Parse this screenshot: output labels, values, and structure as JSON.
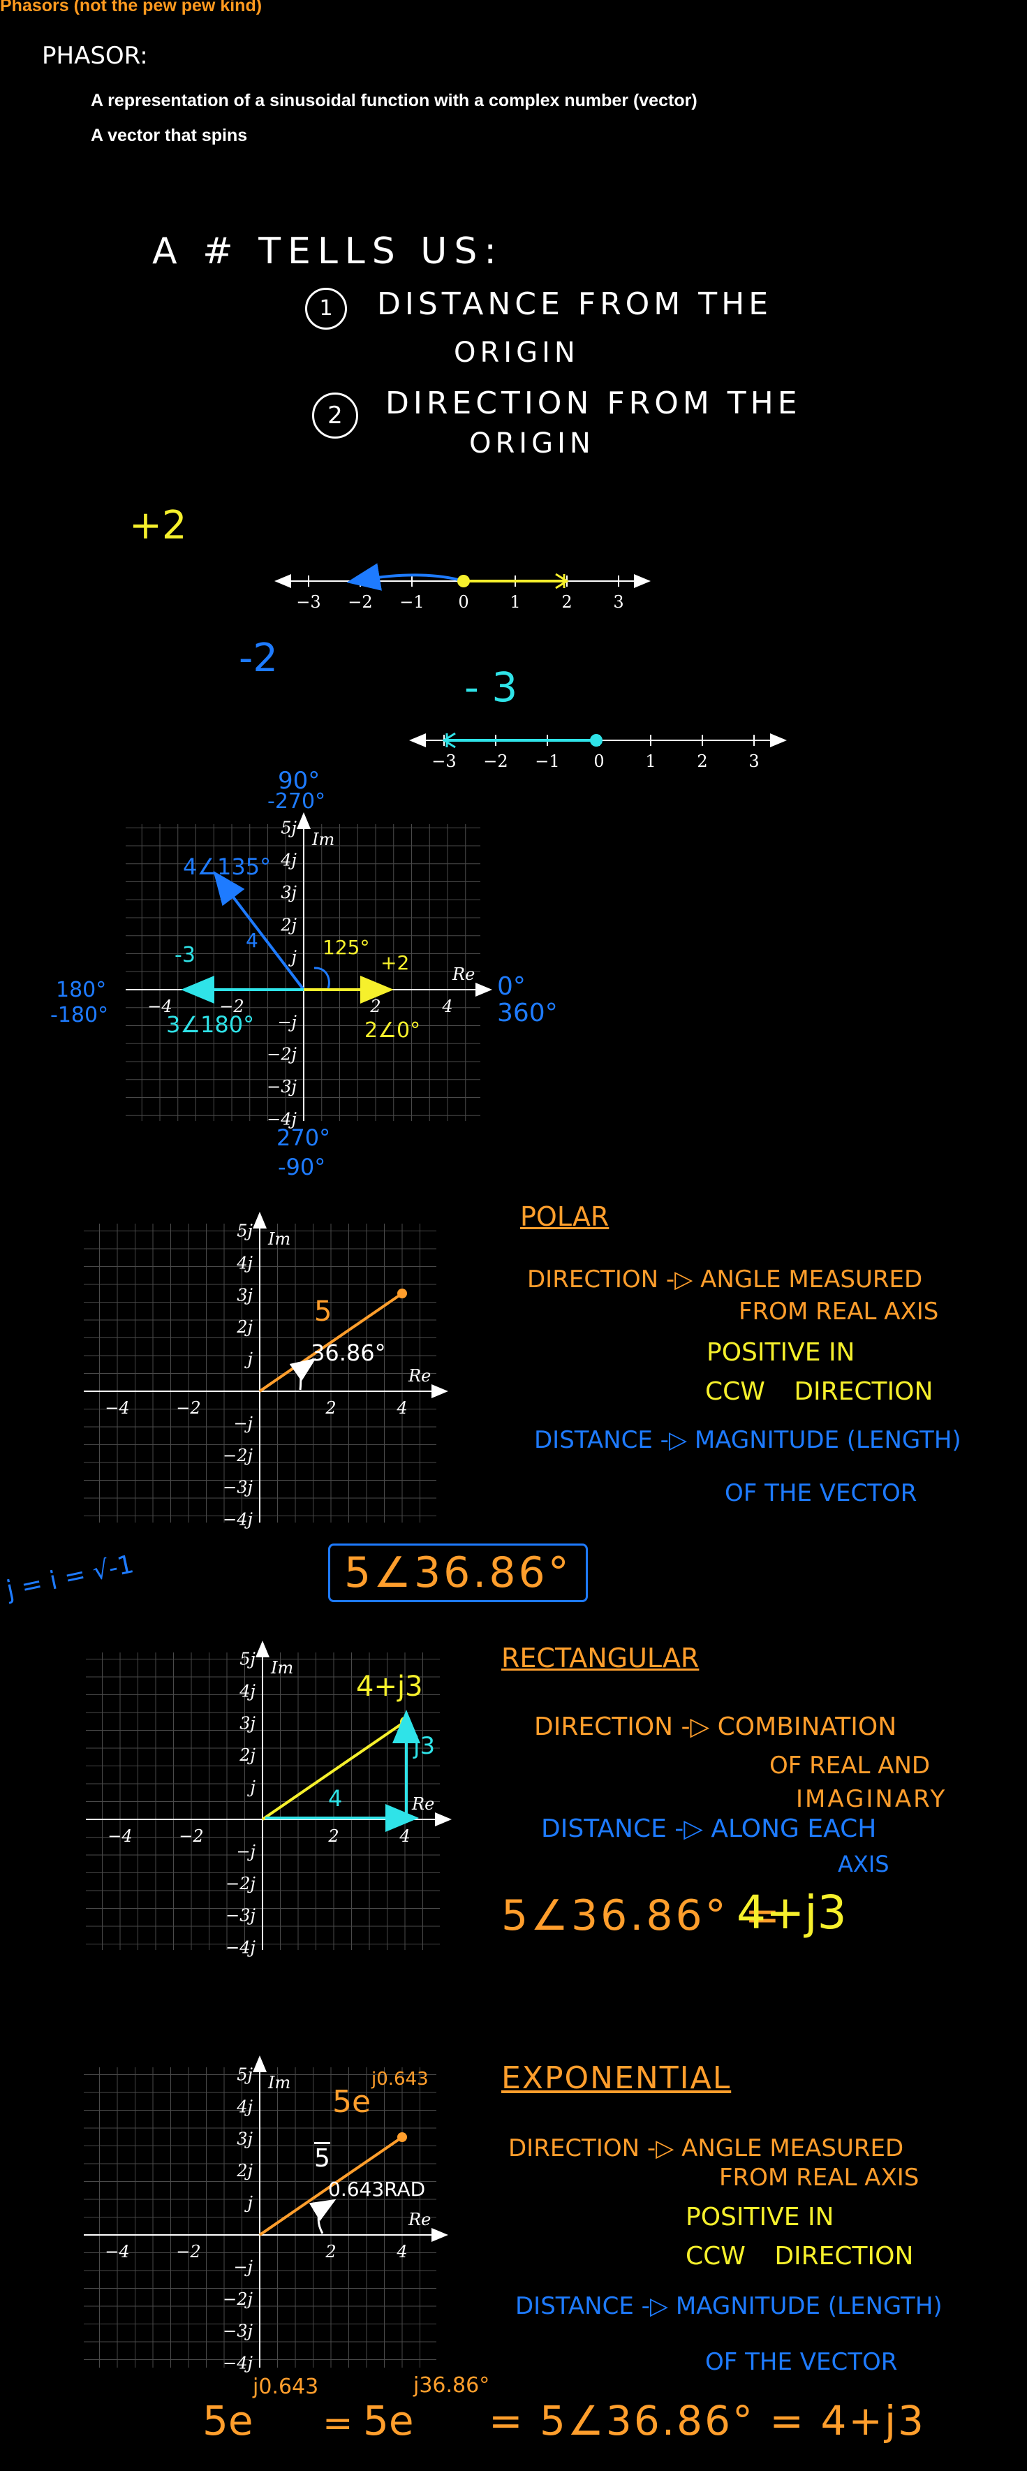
{
  "title": "Phasors (not the pew pew kind)",
  "phasor_heading": "PHASOR:",
  "definition_1": "A representation of a sinusoidal function with a complex number (vector)",
  "definition_2": "A vector that spins",
  "tells_us": {
    "heading": "A # TELLS US:",
    "item1_num": "1",
    "item1_line1": "DISTANCE FROM THE",
    "item1_line2": "ORIGIN",
    "item2_num": "2",
    "item2_line1": "DIRECTION FROM THE",
    "item2_line2": "ORIGIN"
  },
  "numberline1": {
    "label": "+2",
    "minus_label": "-2",
    "ticks": [
      "−3",
      "−2",
      "−1",
      "0",
      "1",
      "2",
      "3"
    ]
  },
  "numberline2": {
    "label": "- 3",
    "ticks": [
      "−3",
      "−2",
      "−1",
      "0",
      "1",
      "2",
      "3"
    ]
  },
  "plane1": {
    "im_label": "Im",
    "re_label": "Re",
    "y_ticks": [
      "5j",
      "4j",
      "3j",
      "2j",
      "j",
      "−j",
      "−2j",
      "−3j",
      "−4j"
    ],
    "x_ticks": [
      "−4",
      "−2",
      "2",
      "4"
    ],
    "ann_90": "90°",
    "ann_m270": "-270°",
    "ann_0": "0°",
    "ann_360": "360°",
    "ann_180": "180°",
    "ann_m180": "-180°",
    "ann_270": "270°",
    "ann_m90": "-90°",
    "vec_blue_label": "4∠135°",
    "vec_blue_mag": "4",
    "angle_label": "125°",
    "plus2": "+2",
    "pos2_polar": "2∠0°",
    "minus3": "-3",
    "neg3_polar": "3∠180°"
  },
  "plane2": {
    "im_label": "Im",
    "re_label": "Re",
    "y_ticks": [
      "5j",
      "4j",
      "3j",
      "2j",
      "j",
      "−j",
      "−2j",
      "−3j",
      "−4j"
    ],
    "x_ticks": [
      "−4",
      "−2",
      "2",
      "4"
    ],
    "mag": "5",
    "angle": "36.86°"
  },
  "polar": {
    "heading": "POLAR",
    "dir_line1": "DIRECTION -▷ ANGLE MEASURED",
    "dir_line2": "FROM REAL AXIS",
    "dir_line3": "POSITIVE IN",
    "dir_line4": "CCW DIRECTION",
    "dist_line1": "DISTANCE -▷ MAGNITUDE (LENGTH)",
    "dist_line2": "OF THE VECTOR",
    "boxed": "5∠36.86°"
  },
  "j_def": "j = i = √-1",
  "plane3": {
    "im_label": "Im",
    "re_label": "Re",
    "y_ticks": [
      "5j",
      "4j",
      "3j",
      "2j",
      "j",
      "−j",
      "−2j",
      "−3j",
      "−4j"
    ],
    "x_ticks": [
      "−4",
      "−2",
      "2",
      "4"
    ],
    "point_label": "4+j3",
    "real_len": "4",
    "imag_len": "j3"
  },
  "rectangular": {
    "heading": "RECTANGULAR",
    "dir_line1": "DIRECTION -▷ COMBINATION",
    "dir_line2": "OF REAL AND",
    "dir_line3": "IMAGINARY",
    "dist_line1": "DISTANCE -▷ ALONG EACH",
    "dist_line2": "AXIS",
    "eq_left": "5∠36.86° =",
    "eq_right": "4+j3"
  },
  "plane4": {
    "im_label": "Im",
    "re_label": "Re",
    "y_ticks": [
      "5j",
      "4j",
      "3j",
      "2j",
      "j",
      "−j",
      "−2j",
      "−3j",
      "−4j"
    ],
    "x_ticks": [
      "−4",
      "−2",
      "2",
      "4"
    ],
    "expo_label": "5e",
    "expo_sup": "j0.643",
    "mag": "5",
    "angle": "0.643RAD"
  },
  "exponential": {
    "heading": "EXPONENTIAL",
    "dir_line1": "DIRECTION -▷ ANGLE MEASURED",
    "dir_line2": "FROM REAL AXIS",
    "dir_line3": "POSITIVE IN",
    "dir_line4": "CCW DIRECTION",
    "dist_line1": "DISTANCE -▷ MAGNITUDE (LENGTH)",
    "dist_line2": "OF THE VECTOR"
  },
  "final_eq": {
    "a_base": "5e",
    "a_sup": "j0.643",
    "eq1": "=",
    "b_base": "5e",
    "b_sup": "j36.86°",
    "rest": "= 5∠36.86° = 4+j3"
  }
}
